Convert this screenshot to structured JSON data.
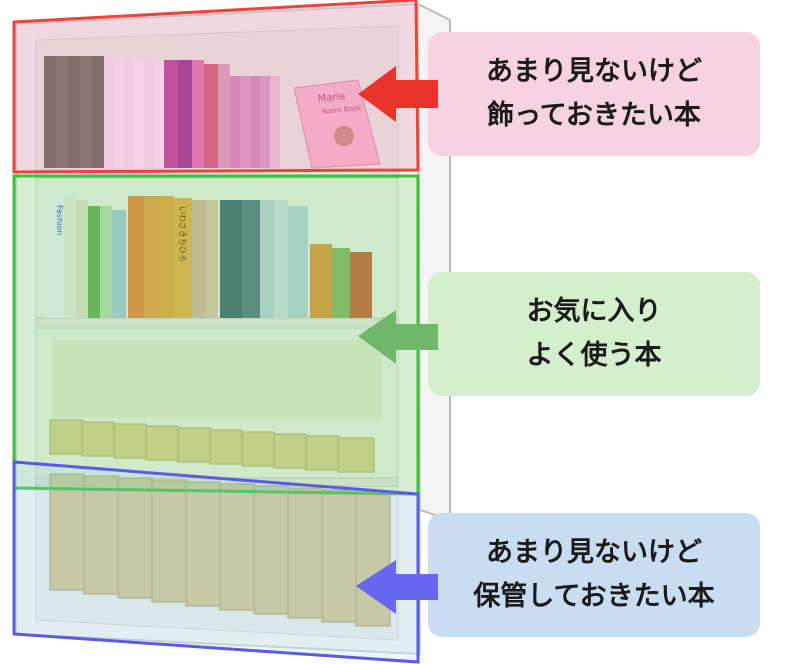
{
  "labels": {
    "top": {
      "line1": "あまり見ないけど",
      "line2": "飾っておきたい本"
    },
    "middle": {
      "line1": "お気に入り",
      "line2": "よく使う本"
    },
    "bottom": {
      "line1": "あまり見ないけど",
      "line2": "保管しておきたい本"
    }
  },
  "colors": {
    "top_zone": "#e8453c",
    "top_label_bg": "#f7d3e2",
    "top_arrow": "#e8322c",
    "middle_zone": "#3dbf3d",
    "middle_label_bg": "#d4efcc",
    "middle_arrow": "#6fb86a",
    "bottom_zone": "#5a5ae8",
    "bottom_label_bg": "#c9ddf2",
    "bottom_arrow": "#6868f0"
  },
  "books": {
    "top_books": [
      {
        "title": "Marie",
        "subtitle": "Room Book"
      }
    ],
    "middle_top": [
      {
        "title": "Fashion"
      },
      {
        "title": "いわさきちひろ"
      }
    ]
  }
}
